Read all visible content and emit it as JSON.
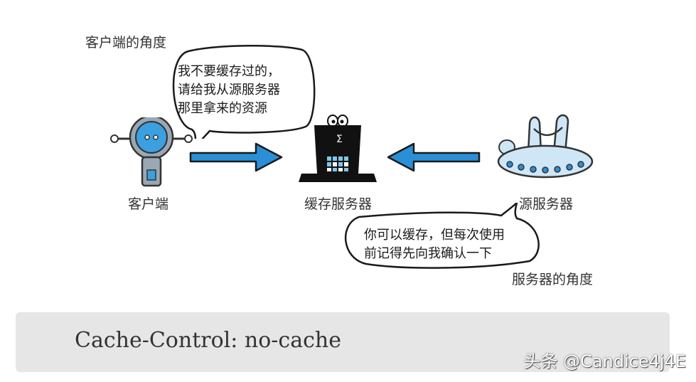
{
  "labels": {
    "client_perspective": "客户端的角度",
    "server_perspective": "服务器的角度",
    "client": "客户端",
    "cache_server": "缓存服务器",
    "origin_server": "源服务器"
  },
  "client_bubble": {
    "lines": [
      "我不要缓存过的，",
      "请给我从源服务器",
      "那里拿来的资源"
    ]
  },
  "server_bubble": {
    "lines": [
      "你可以缓存，但每次使用",
      "前记得先向我确认一下"
    ]
  },
  "code": {
    "text": "Cache-Control: no-cache"
  },
  "watermark": {
    "text": "头条 @Candice4j4E"
  },
  "colors": {
    "arrow": "#2a8fd6",
    "code_bg": "#e6e6e6",
    "robot_blue": "#3aa0e0"
  },
  "icons": {
    "client": "robot-icon",
    "cache_server": "top-hat-icon",
    "origin_server": "ufo-icon"
  }
}
